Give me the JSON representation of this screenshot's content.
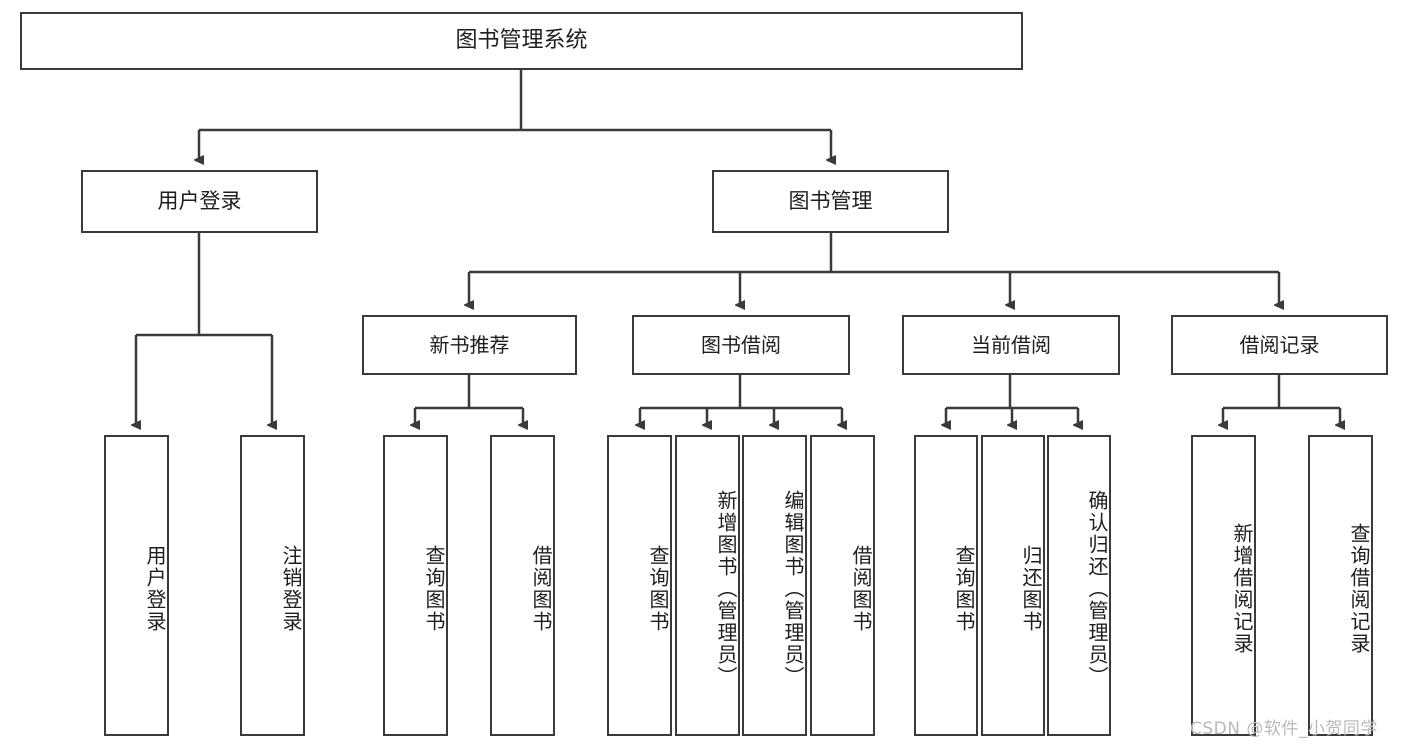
{
  "diagram": {
    "title": "图书管理系统",
    "type": "tree",
    "root": {
      "label": "图书管理系统"
    },
    "level1": [
      {
        "label": "用户登录"
      },
      {
        "label": "图书管理"
      }
    ],
    "level2": [
      {
        "label": "新书推荐"
      },
      {
        "label": "图书借阅"
      },
      {
        "label": "当前借阅"
      },
      {
        "label": "借阅记录"
      }
    ],
    "leaves": {
      "user_login": [
        {
          "label": "用户登录"
        },
        {
          "label": "注销登录"
        }
      ],
      "new_book_recommend": [
        {
          "label": "查询图书"
        },
        {
          "label": "借阅图书"
        }
      ],
      "book_borrow": [
        {
          "label": "查询图书"
        },
        {
          "label": "新增图书（管理员）"
        },
        {
          "label": "编辑图书（管理员）"
        },
        {
          "label": "借阅图书"
        }
      ],
      "current_borrow": [
        {
          "label": "查询图书"
        },
        {
          "label": "归还图书"
        },
        {
          "label": "确认归还（管理员）"
        }
      ],
      "borrow_record": [
        {
          "label": "新增借阅记录"
        },
        {
          "label": "查询借阅记录"
        }
      ]
    }
  },
  "watermark": {
    "text": "CSDN @软件_小贺同学"
  },
  "colors": {
    "border": "#3a3a3a",
    "background": "#ffffff",
    "text": "#1e1e1e",
    "watermark": "#b9b9b9"
  }
}
